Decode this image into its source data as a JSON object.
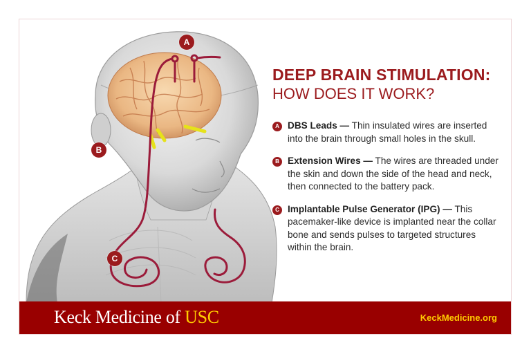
{
  "title": {
    "line1": "DEEP BRAIN STIMULATION:",
    "line2": "HOW DOES IT WORK?"
  },
  "items": [
    {
      "badge": "A",
      "label": "DBS Leads —",
      "text": " Thin insulated wires are inserted into the brain through small holes in the skull."
    },
    {
      "badge": "B",
      "label": "Extension Wires —",
      "text": " The wires are threaded under the skin and down the side of the head and neck, then connected to the battery pack."
    },
    {
      "badge": "C",
      "label": "Implantable Pulse Generator (IPG) —",
      "text": " This pacemaker-like device is implanted near the collar bone and sends pulses to targeted structures within the brain."
    }
  ],
  "markers": {
    "a": "A",
    "b": "B",
    "c": "C"
  },
  "footer": {
    "brand_prefix": "Keck Medicine of ",
    "brand_usc": "USC",
    "url": "KeckMedicine.org"
  },
  "colors": {
    "brand_red": "#990000",
    "accent_red": "#9b1b1e",
    "gold": "#ffcc00",
    "frame_border": "#ecd3d6"
  }
}
